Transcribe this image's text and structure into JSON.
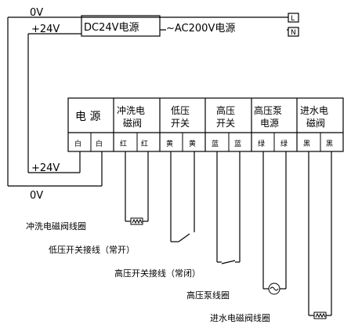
{
  "supply": {
    "zero_v_top": "0V",
    "plus24_top": "+24V",
    "dc_label": "DC24V电源",
    "ac_label": "~AC200V电源",
    "terminal_l": "L",
    "terminal_n": "N",
    "plus24_bottom": "+24V",
    "zero_v_bottom": "0V"
  },
  "terminal_block": {
    "groups": [
      {
        "lines": [
          "电 源"
        ],
        "terminals": [
          "白",
          "白"
        ]
      },
      {
        "lines": [
          "冲洗电",
          "磁阀"
        ],
        "terminals": [
          "红",
          "红"
        ]
      },
      {
        "lines": [
          "低压",
          "开关"
        ],
        "terminals": [
          "黄",
          "黄"
        ]
      },
      {
        "lines": [
          "高压",
          "开关"
        ],
        "terminals": [
          "蓝",
          "蓝"
        ]
      },
      {
        "lines": [
          "高压泵",
          "电源"
        ],
        "terminals": [
          "绿",
          "绿"
        ]
      },
      {
        "lines": [
          "进水电",
          "磁阀"
        ],
        "terminals": [
          "黑",
          "黑"
        ]
      }
    ]
  },
  "components": {
    "flush_valve_coil": "冲洗电磁阀线圈",
    "low_pressure_switch": "低压开关接线（常开）",
    "high_pressure_switch": "高压开关接线（常闭）",
    "pump_coil": "高压泵线圈",
    "inlet_valve_coil": "进水电磁阀线圈"
  },
  "icons": {
    "pump_symbol": "pump-motor-icon",
    "coil_symbol": "coil-icon",
    "switch_symbol": "switch-contact-icon"
  }
}
